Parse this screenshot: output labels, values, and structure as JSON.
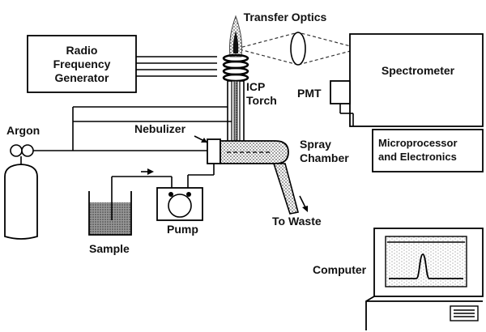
{
  "labels": {
    "transfer_optics": "Transfer Optics",
    "rf_generator": [
      "Radio",
      "Frequency",
      "Generator"
    ],
    "spectrometer": "Spectrometer",
    "pmt": "PMT",
    "icp_torch": [
      "ICP",
      "Torch"
    ],
    "argon": "Argon",
    "nebulizer": "Nebulizer",
    "spray_chamber": [
      "Spray",
      "Chamber"
    ],
    "microprocessor": [
      "Microprocessor",
      "and Electronics"
    ],
    "sample": "Sample",
    "pump": "Pump",
    "to_waste": "To Waste",
    "computer": "Computer"
  }
}
